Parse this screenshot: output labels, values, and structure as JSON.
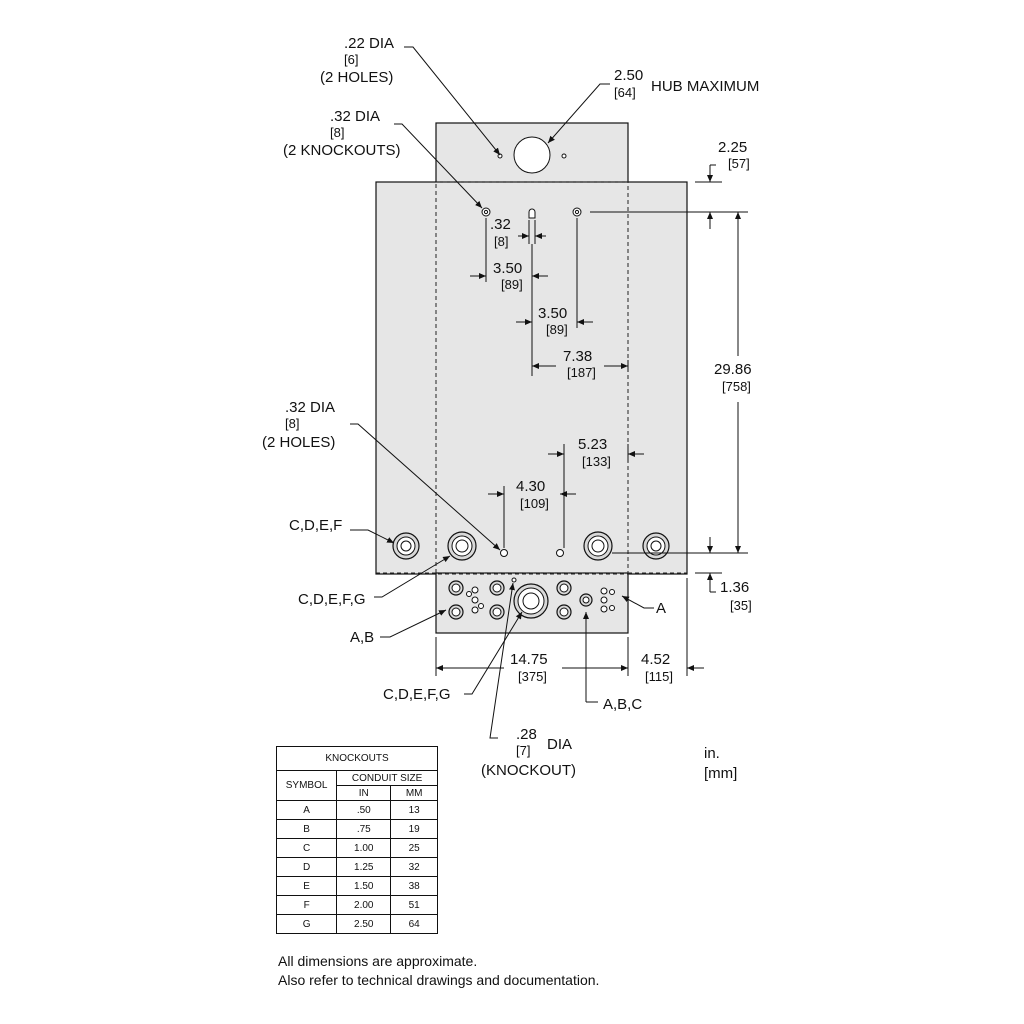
{
  "callouts": {
    "hole_22": {
      "value": ".22 DIA",
      "mm": "[6]",
      "note": "(2 HOLES)"
    },
    "hub": {
      "value": "2.50",
      "mm": "[64]",
      "label": "HUB MAXIMUM"
    },
    "ko_32": {
      "value": ".32 DIA",
      "mm": "[8]",
      "note": "(2 KNOCKOUTS)"
    },
    "hole_32_lower": {
      "value": ".32 DIA",
      "mm": "[8]",
      "note": "(2 HOLES)"
    },
    "ko_28": {
      "value": ".28",
      "mm": "[7]",
      "unit": "DIA",
      "note": "(KNOCKOUT)"
    }
  },
  "dimensions": {
    "d_2_25": {
      "in": "2.25",
      "mm": "[57]"
    },
    "d_29_86": {
      "in": "29.86",
      "mm": "[758]"
    },
    "d_1_36": {
      "in": "1.36",
      "mm": "[35]"
    },
    "d_32": {
      "in": ".32",
      "mm": "[8]"
    },
    "d_3_50_a": {
      "in": "3.50",
      "mm": "[89]"
    },
    "d_3_50_b": {
      "in": "3.50",
      "mm": "[89]"
    },
    "d_7_38": {
      "in": "7.38",
      "mm": "[187]"
    },
    "d_5_23": {
      "in": "5.23",
      "mm": "[133]"
    },
    "d_4_30": {
      "in": "4.30",
      "mm": "[109]"
    },
    "d_14_75": {
      "in": "14.75",
      "mm": "[375]"
    },
    "d_4_52": {
      "in": "4.52",
      "mm": "[115]"
    }
  },
  "symbol_labels": {
    "cdef_left": "C,D,E,F",
    "cdefg_left": "C,D,E,F,G",
    "ab_left": "A,B",
    "a_right": "A",
    "cdefg_bottom": "C,D,E,F,G",
    "abc_bottom": "A,B,C"
  },
  "knockout_table": {
    "title": "KNOCKOUTS",
    "symbol_header": "SYMBOL",
    "conduit_header": "CONDUIT  SIZE",
    "in_header": "IN",
    "mm_header": "MM",
    "rows": [
      {
        "symbol": "A",
        "in": ".50",
        "mm": "13"
      },
      {
        "symbol": "B",
        "in": ".75",
        "mm": "19"
      },
      {
        "symbol": "C",
        "in": "1.00",
        "mm": "25"
      },
      {
        "symbol": "D",
        "in": "1.25",
        "mm": "32"
      },
      {
        "symbol": "E",
        "in": "1.50",
        "mm": "38"
      },
      {
        "symbol": "F",
        "in": "2.00",
        "mm": "51"
      },
      {
        "symbol": "G",
        "in": "2.50",
        "mm": "64"
      }
    ]
  },
  "units": {
    "line1": "in.",
    "line2": "[mm]"
  },
  "notes": {
    "line1": "All dimensions are approximate.",
    "line2": "Also refer to technical drawings and documentation."
  }
}
